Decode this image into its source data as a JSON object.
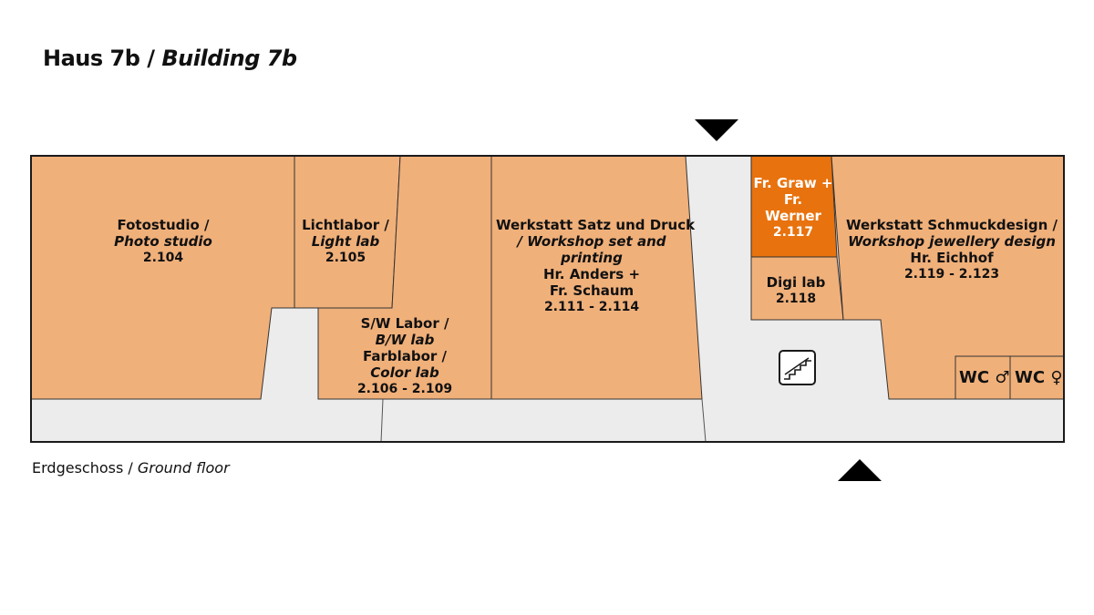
{
  "title": {
    "main": "Haus 7b /",
    "english": "Building 7b"
  },
  "floor": {
    "main": "Erdgeschoss /",
    "english": "Ground floor"
  },
  "colors": {
    "room": "#f0b07a",
    "highlight": "#e8720e",
    "corridor": "#ececec",
    "outline": "#1a1a1a",
    "arrow": "#000000"
  },
  "rooms": {
    "foto": {
      "de": "Fotostudio /",
      "en": "Photo studio",
      "number": "2.104"
    },
    "licht": {
      "de": "Lichtlabor /",
      "en": "Light lab",
      "number": "2.105"
    },
    "sw": {
      "de1": "S/W Labor /",
      "en1": "B/W lab",
      "de2": "Farblabor /",
      "en2": "Color lab",
      "number": "2.106 - 2.109"
    },
    "satz": {
      "de": "Werkstatt Satz und Druck",
      "en1": "/ Workshop set and",
      "en2": "printing",
      "person1": "Hr. Anders +",
      "person2": "Fr. Schaum",
      "number": "2.111 - 2.114"
    },
    "graw": {
      "line1": "Fr. Graw +",
      "line2": "Fr.",
      "line3": "Werner",
      "number": "2.117"
    },
    "digi": {
      "de": "Digi lab",
      "number": "2.118"
    },
    "schmuck": {
      "de": "Werkstatt Schmuckdesign /",
      "en": "Workshop jewellery design",
      "person": "Hr. Eichhof",
      "number": "2.119 - 2.123"
    },
    "wc_m": {
      "label": "WC ♂"
    },
    "wc_f": {
      "label": "WC ♀"
    }
  },
  "icons": {
    "stairs": "stairs-icon",
    "entrance_top": "entrance-arrow-down-icon",
    "entrance_bottom": "entrance-arrow-up-icon"
  }
}
